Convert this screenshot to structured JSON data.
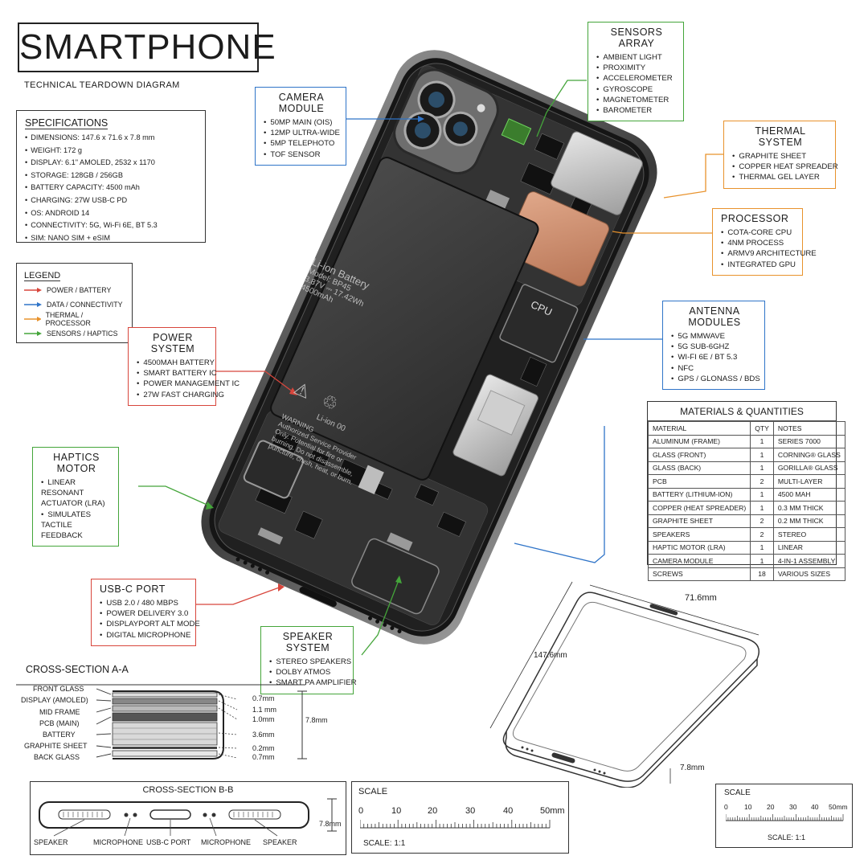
{
  "title": "SMARTPHONE",
  "subtitle": "TECHNICAL TEARDOWN DIAGRAM",
  "specifications": {
    "heading": "SPECIFICATIONS",
    "items": [
      "DIMENSIONS: 147.6 x 71.6 x 7.8 mm",
      "WEIGHT:  172 g",
      "DISPLAY:  6.1\" AMOLED, 2532 x 1170",
      "STORAGE:  128GB / 256GB",
      "BATTERY CAPACITY:  4500 mAh",
      "CHARGING:  27W USB-C PD",
      "OS:  ANDROID 14",
      "CONNECTIVITY:  5G, Wi-Fi 6E, BT 5.3",
      "SIM:  NANO SIM + eSIM"
    ]
  },
  "legend": {
    "heading": "LEGEND",
    "items": [
      {
        "label": "POWER / BATTERY",
        "color": "#d8463c"
      },
      {
        "label": "DATA / CONNECTIVITY",
        "color": "#2f74c8"
      },
      {
        "label": "THERMAL / PROCESSOR",
        "color": "#e8922c"
      },
      {
        "label": "SENSORS / HAPTICS",
        "color": "#44a53a"
      }
    ]
  },
  "callouts": {
    "camera": {
      "title": "CAMERA MODULE",
      "items": [
        "50MP MAIN (OIS)",
        "12MP ULTRA-WIDE",
        "5MP TELEPHOTO",
        "TOF SENSOR"
      ],
      "color": "#2f74c8"
    },
    "sensors": {
      "title": "SENSORS ARRAY",
      "items": [
        "AMBIENT LIGHT",
        "PROXIMITY",
        "ACCELEROMETER",
        "GYROSCOPE",
        "MAGNETOMETER",
        "BAROMETER"
      ],
      "color": "#44a53a"
    },
    "thermal": {
      "title": "THERMAL SYSTEM",
      "items": [
        "GRAPHITE SHEET",
        "COPPER HEAT SPREADER",
        "THERMAL GEL LAYER"
      ],
      "color": "#e8922c"
    },
    "processor": {
      "title": "PROCESSOR",
      "items": [
        "COTA-CORE CPU",
        "4nm PROCESS",
        "ARMv9 ARCHITECTURE",
        "INTEGRATED GPU"
      ],
      "color": "#e8922c"
    },
    "antenna": {
      "title": "ANTENNA MODULES",
      "items": [
        "5G mmWAVE",
        "5G SUB-6GHz",
        "Wi-Fi 6E / BT 5.3",
        "NFC",
        "GPS / GLONASS / BDS"
      ],
      "color": "#2f74c8"
    },
    "power": {
      "title": "POWER SYSTEM",
      "items": [
        "4500mAh BATTERY",
        "SMART BATTERY IC",
        "POWER MANAGEMENT IC",
        "27W FAST CHARGING"
      ],
      "color": "#d8463c"
    },
    "haptics": {
      "title": "HAPTICS MOTOR",
      "items": [
        "LINEAR RESONANT ACTUATOR (LRA)",
        "SIMULATES TACTILE FEEDBACK"
      ],
      "color": "#44a53a"
    },
    "usbc": {
      "title": "USB-C PORT",
      "items": [
        "USB 2.0 / 480 Mbps",
        "POWER DELIVERY 3.0",
        "DISPLAYPORT ALT MODE",
        "DIGITAL MICROPHONE"
      ],
      "color": "#d8463c"
    },
    "speaker": {
      "title": "SPEAKER SYSTEM",
      "items": [
        "STEREO SPEAKERS",
        "DOLBY ATMOS",
        "SMART PA AMPLIFIER"
      ],
      "color": "#44a53a"
    }
  },
  "battery_label": {
    "name": "Li-ion Battery",
    "model": "Model: BP45",
    "rating": "3.87V ⎓ 17.42Wh",
    "capacity": "4500mAh",
    "recycle": "Li-ion 00",
    "warning_title": "WARNING",
    "warning_text": [
      "Authorized Service Provider",
      "Only. Potential for fire or",
      "burning. Do not disassemble,",
      "puncture, crush, heat, or burn."
    ]
  },
  "cpu_label": "CPU",
  "materials": {
    "heading": "MATERIALS & QUANTITIES",
    "columns": [
      "MATERIAL",
      "QTY",
      "NOTES"
    ],
    "rows": [
      [
        "ALUMINUM (FRAME)",
        "1",
        "SERIES 7000"
      ],
      [
        "GLASS (FRONT)",
        "1",
        "CORNING® GLASS"
      ],
      [
        "GLASS (BACK)",
        "1",
        "GORILLA® GLASS"
      ],
      [
        "PCB",
        "2",
        "MULTI-LAYER"
      ],
      [
        "BATTERY (LITHIUM-ION)",
        "1",
        "4500 mAh"
      ],
      [
        "COPPER (HEAT SPREADER)",
        "1",
        "0.3 mm THICK"
      ],
      [
        "GRAPHITE SHEET",
        "2",
        "0.2 mm THICK"
      ],
      [
        "SPEAKERS",
        "2",
        "STEREO"
      ],
      [
        "HAPTIC MOTOR (LRA)",
        "1",
        "LINEAR"
      ],
      [
        "CAMERA MODULE",
        "1",
        "4-IN-1 ASSEMBLY"
      ],
      [
        "SCREWS",
        "18",
        "VARIOUS SIZES"
      ]
    ]
  },
  "cross_section_a": {
    "heading": "CROSS-SECTION A-A",
    "layers": [
      "FRONT GLASS",
      "DISPLAY (AMOLED)",
      "MID FRAME",
      "PCB (MAIN)",
      "BATTERY",
      "GRAPHITE SHEET",
      "BACK GLASS"
    ],
    "thickness": [
      "0.7mm",
      "1.1 mm",
      "1.0mm",
      "3.6mm",
      "0.2mm",
      "0.7mm"
    ],
    "total": "7.8mm"
  },
  "outline": {
    "width": "71.6mm",
    "height": "147.6mm",
    "depth": "7.8mm"
  },
  "cross_section_b": {
    "heading": "CROSS-SECTION B-B",
    "labels": [
      "SPEAKER",
      "MICROPHONE",
      "USB-C PORT",
      "MICROPHONE",
      "SPEAKER"
    ],
    "height": "7.8mm"
  },
  "scale_large": {
    "heading": "SCALE",
    "ticks": [
      "0",
      "10",
      "20",
      "30",
      "40",
      "50mm"
    ],
    "ratio": "SCALE: 1:1"
  },
  "scale_small": {
    "heading": "SCALE",
    "ticks": [
      "0",
      "10",
      "20",
      "30",
      "40",
      "50mm"
    ],
    "ratio": "SCALE: 1:1"
  }
}
